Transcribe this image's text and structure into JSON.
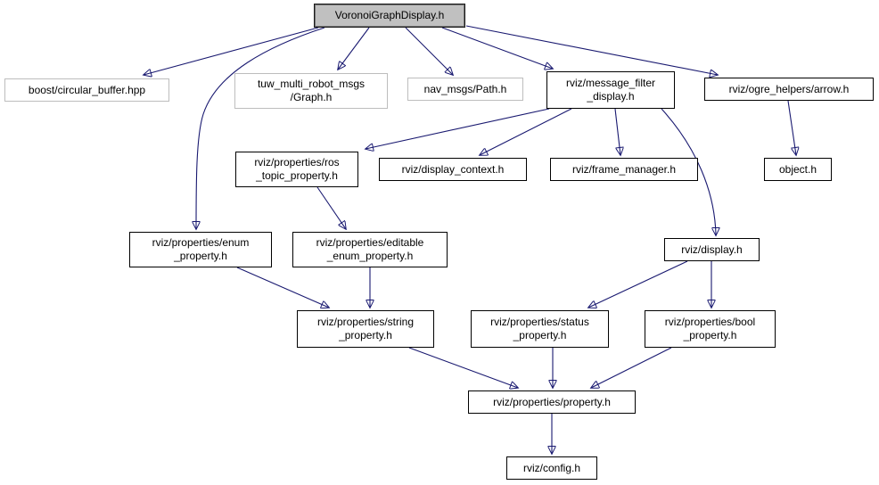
{
  "diagram": {
    "type": "include-dependency-graph",
    "edge_color": "#191970",
    "main_node_fill": "#c0c0c0",
    "internal_node_border": "#000000",
    "external_node_border": "#bdbdbd",
    "nodes": {
      "main": {
        "label": "VoronoiGraphDisplay.h"
      },
      "boost_circular_buffer": {
        "label": "boost/circular_buffer.hpp"
      },
      "tuw_graph": {
        "label": "tuw_multi_robot_msgs\n/Graph.h"
      },
      "nav_path": {
        "label": "nav_msgs/Path.h"
      },
      "message_filter_display": {
        "label": "rviz/message_filter\n_display.h"
      },
      "ogre_arrow": {
        "label": "rviz/ogre_helpers/arrow.h"
      },
      "ros_topic_property": {
        "label": "rviz/properties/ros\n_topic_property.h"
      },
      "display_context": {
        "label": "rviz/display_context.h"
      },
      "frame_manager": {
        "label": "rviz/frame_manager.h"
      },
      "object": {
        "label": "object.h"
      },
      "enum_property": {
        "label": "rviz/properties/enum\n_property.h"
      },
      "editable_enum_property": {
        "label": "rviz/properties/editable\n_enum_property.h"
      },
      "display": {
        "label": "rviz/display.h"
      },
      "string_property": {
        "label": "rviz/properties/string\n_property.h"
      },
      "status_property": {
        "label": "rviz/properties/status\n_property.h"
      },
      "bool_property": {
        "label": "rviz/properties/bool\n_property.h"
      },
      "property": {
        "label": "rviz/properties/property.h"
      },
      "config": {
        "label": "rviz/config.h"
      }
    },
    "edges": [
      {
        "from": "main",
        "to": "boost_circular_buffer"
      },
      {
        "from": "main",
        "to": "enum_property"
      },
      {
        "from": "main",
        "to": "tuw_graph"
      },
      {
        "from": "main",
        "to": "nav_path"
      },
      {
        "from": "main",
        "to": "message_filter_display"
      },
      {
        "from": "main",
        "to": "ogre_arrow"
      },
      {
        "from": "message_filter_display",
        "to": "ros_topic_property"
      },
      {
        "from": "message_filter_display",
        "to": "display_context"
      },
      {
        "from": "message_filter_display",
        "to": "frame_manager"
      },
      {
        "from": "message_filter_display",
        "to": "display"
      },
      {
        "from": "ogre_arrow",
        "to": "object"
      },
      {
        "from": "ros_topic_property",
        "to": "editable_enum_property"
      },
      {
        "from": "enum_property",
        "to": "string_property"
      },
      {
        "from": "editable_enum_property",
        "to": "string_property"
      },
      {
        "from": "display",
        "to": "status_property"
      },
      {
        "from": "display",
        "to": "bool_property"
      },
      {
        "from": "string_property",
        "to": "property"
      },
      {
        "from": "status_property",
        "to": "property"
      },
      {
        "from": "bool_property",
        "to": "property"
      },
      {
        "from": "property",
        "to": "config"
      }
    ]
  }
}
